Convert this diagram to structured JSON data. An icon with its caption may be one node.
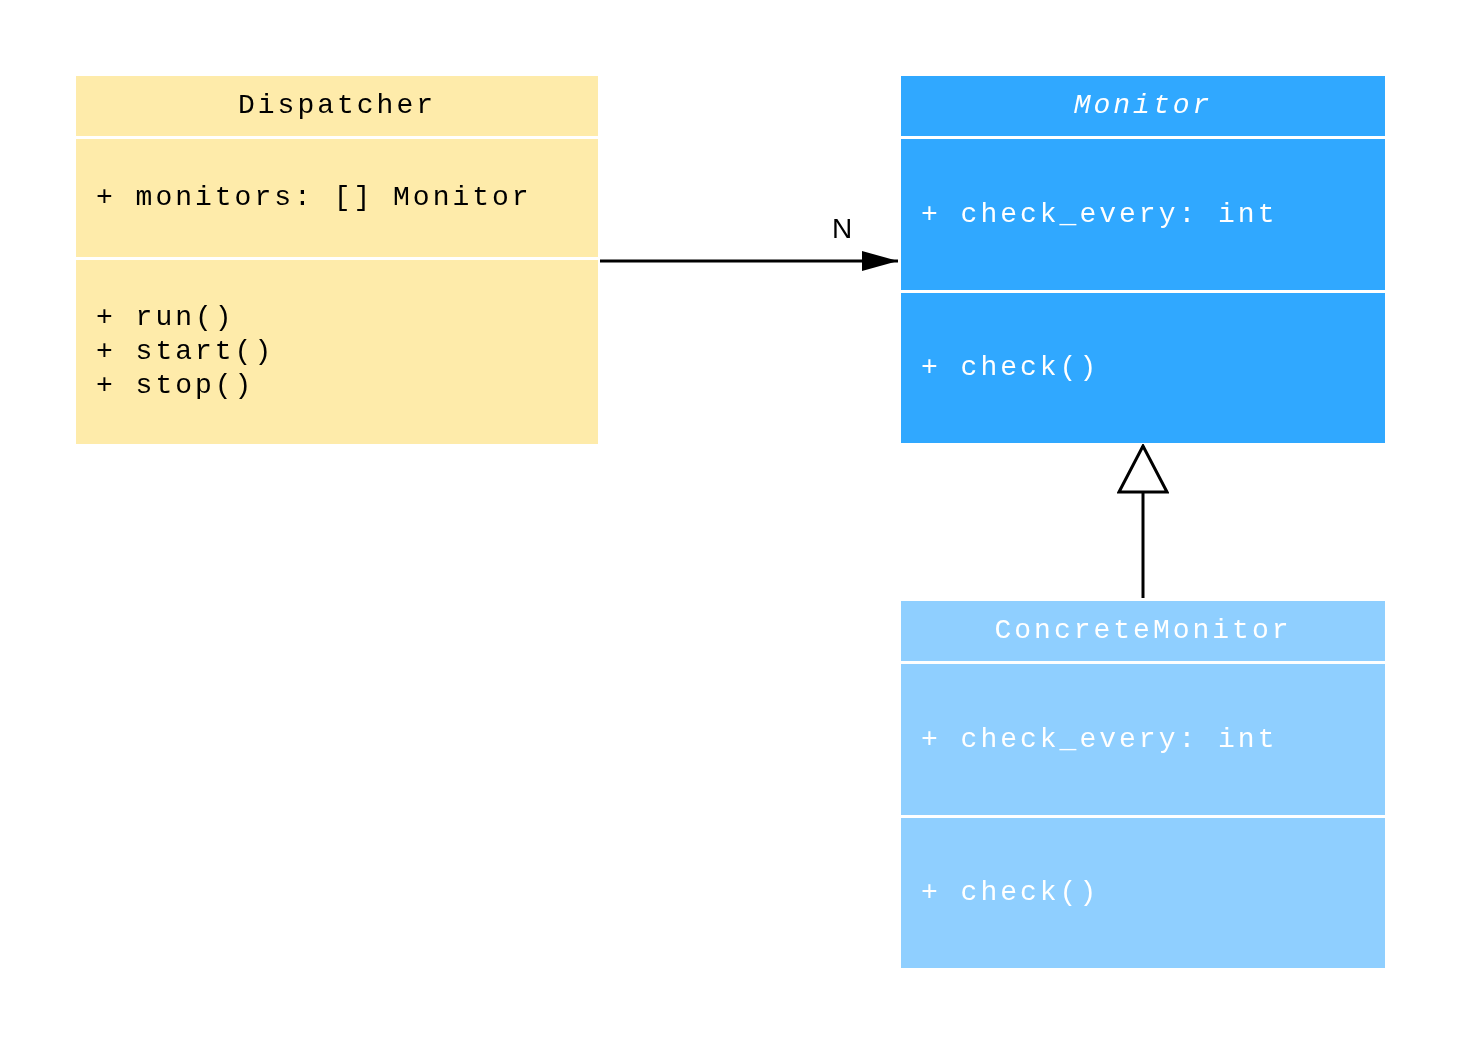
{
  "diagram": {
    "nodes": [
      {
        "text": [
          "Dispatcher",
          "+ monitors: [] Monitor",
          "+ run()",
          "+ start()",
          "+ stop()"
        ]
      },
      {
        "text": [
          "Monitor",
          "+ check_every: int",
          "+ check()"
        ]
      },
      {
        "text": [
          "ConcreteMonitor",
          "+ check_every: int",
          "+ check()"
        ]
      }
    ],
    "edges": [
      {
        "from": 0,
        "to": 1,
        "arrow": "to",
        "label": "N"
      },
      {
        "from": 2,
        "to": 1,
        "arrow": "to"
      }
    ]
  }
}
